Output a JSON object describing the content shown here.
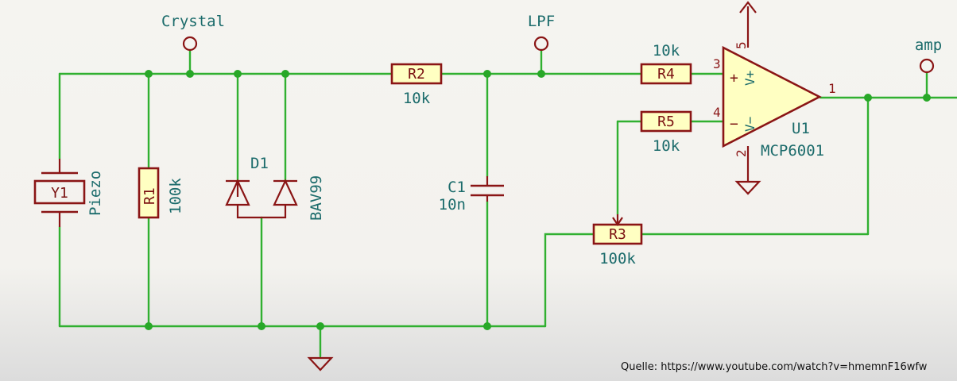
{
  "net_labels": {
    "crystal": "Crystal",
    "lpf": "LPF",
    "amp": "amp"
  },
  "components": {
    "y1": {
      "ref": "Y1",
      "value": "Piezo"
    },
    "r1": {
      "ref": "R1",
      "value": "100k"
    },
    "d1": {
      "ref": "D1",
      "value": "BAV99"
    },
    "r2": {
      "ref": "R2",
      "value": "10k"
    },
    "c1": {
      "ref": "C1",
      "value": "10n"
    },
    "r4": {
      "ref": "R4",
      "value": "10k"
    },
    "r5": {
      "ref": "R5",
      "value": "10k"
    },
    "r3": {
      "ref": "R3",
      "value": "100k"
    },
    "u1": {
      "ref": "U1",
      "value": "MCP6001"
    }
  },
  "opamp_pins": {
    "in_plus": "3",
    "in_minus": "4",
    "out": "1",
    "vplus_pin": "5",
    "vminus_pin": "2",
    "plus_sign": "+",
    "minus_sign": "−",
    "vplus_name": "V+",
    "vminus_name": "V−"
  },
  "credit": "Quelle: https://www.youtube.com/watch?v=hmemnF16wfw",
  "colors": {
    "wire": "#30b030",
    "symbol": "#8a1515",
    "text": "#1b6b6b",
    "body_fill": "#ffffc2",
    "background": "#f4f3ef"
  }
}
